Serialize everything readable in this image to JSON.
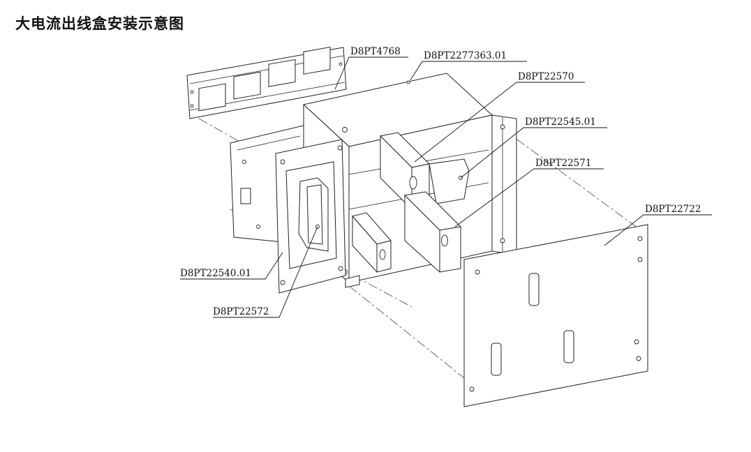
{
  "title": "大电流出线盒安装示意图",
  "parts": {
    "p1": "D8PT4768",
    "p2": "D8PT2277363.01",
    "p3": "D8PT22570",
    "p4": "D8PT22545.01",
    "p5": "D8PT22571",
    "p6": "D8PT22722",
    "p7": "D8PT22540.01",
    "p8": "D8PT22572"
  }
}
